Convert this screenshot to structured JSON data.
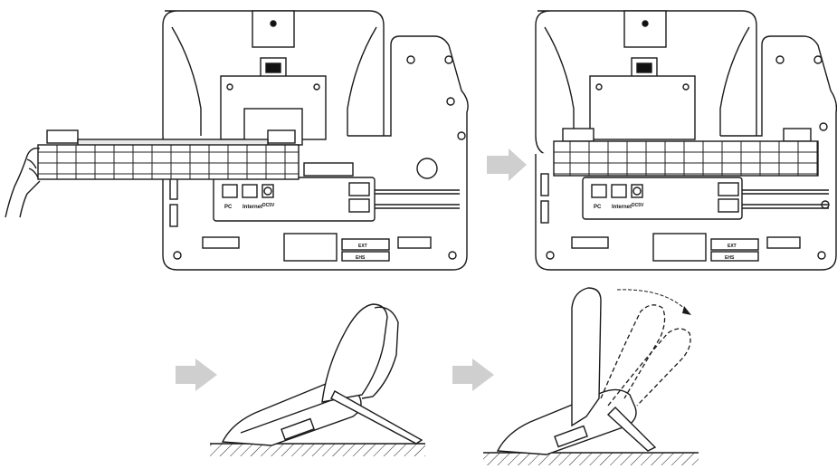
{
  "labels": {
    "pc": "PC",
    "internet": "Internet",
    "dc": "DC5V",
    "ext_top": "EXT",
    "ext_bottom": "EHS"
  },
  "colors": {
    "line": "#1a1a1a",
    "arrow": "#cfcfcf",
    "fill": "#ffffff"
  }
}
